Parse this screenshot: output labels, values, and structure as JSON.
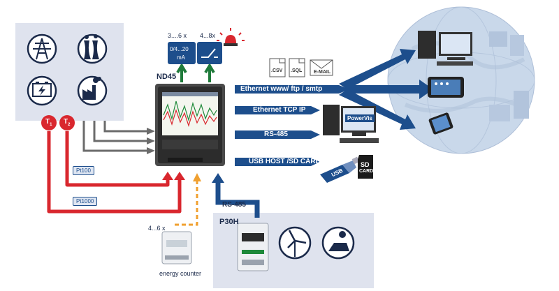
{
  "device": {
    "name": "ND45"
  },
  "outputs": {
    "analog_count": "3....6 x",
    "analog_range": "0/4...20",
    "analog_unit": "mA",
    "relay_count": "4...8x"
  },
  "links": [
    {
      "label": "Ethernet www/ ftp / smtp"
    },
    {
      "label": "Ethernet TCP IP"
    },
    {
      "label": "RS-485"
    },
    {
      "label": "USB HOST /SD CARD"
    }
  ],
  "files": [
    ".CSV",
    ".SQL",
    "E-MAIL"
  ],
  "software_label": "PowerVis",
  "sd_card": {
    "line1": "SD",
    "line2": "CARD"
  },
  "usb_text": "USB",
  "sensors": {
    "t1": "T",
    "t1_sub": "1",
    "t2": "T",
    "t2_sub": "2",
    "pt100": "Pt100",
    "pt1000": "Pt1000"
  },
  "energy": {
    "count": "4...6 x",
    "label": "energy counter"
  },
  "p30h": {
    "bus": "RS-485",
    "name": "P30H"
  },
  "colors": {
    "blue": "#1d4e8c",
    "red": "#d9272e",
    "orange": "#f0a030",
    "gray": "#6b6b6b",
    "panel": "#dfe3ee"
  }
}
